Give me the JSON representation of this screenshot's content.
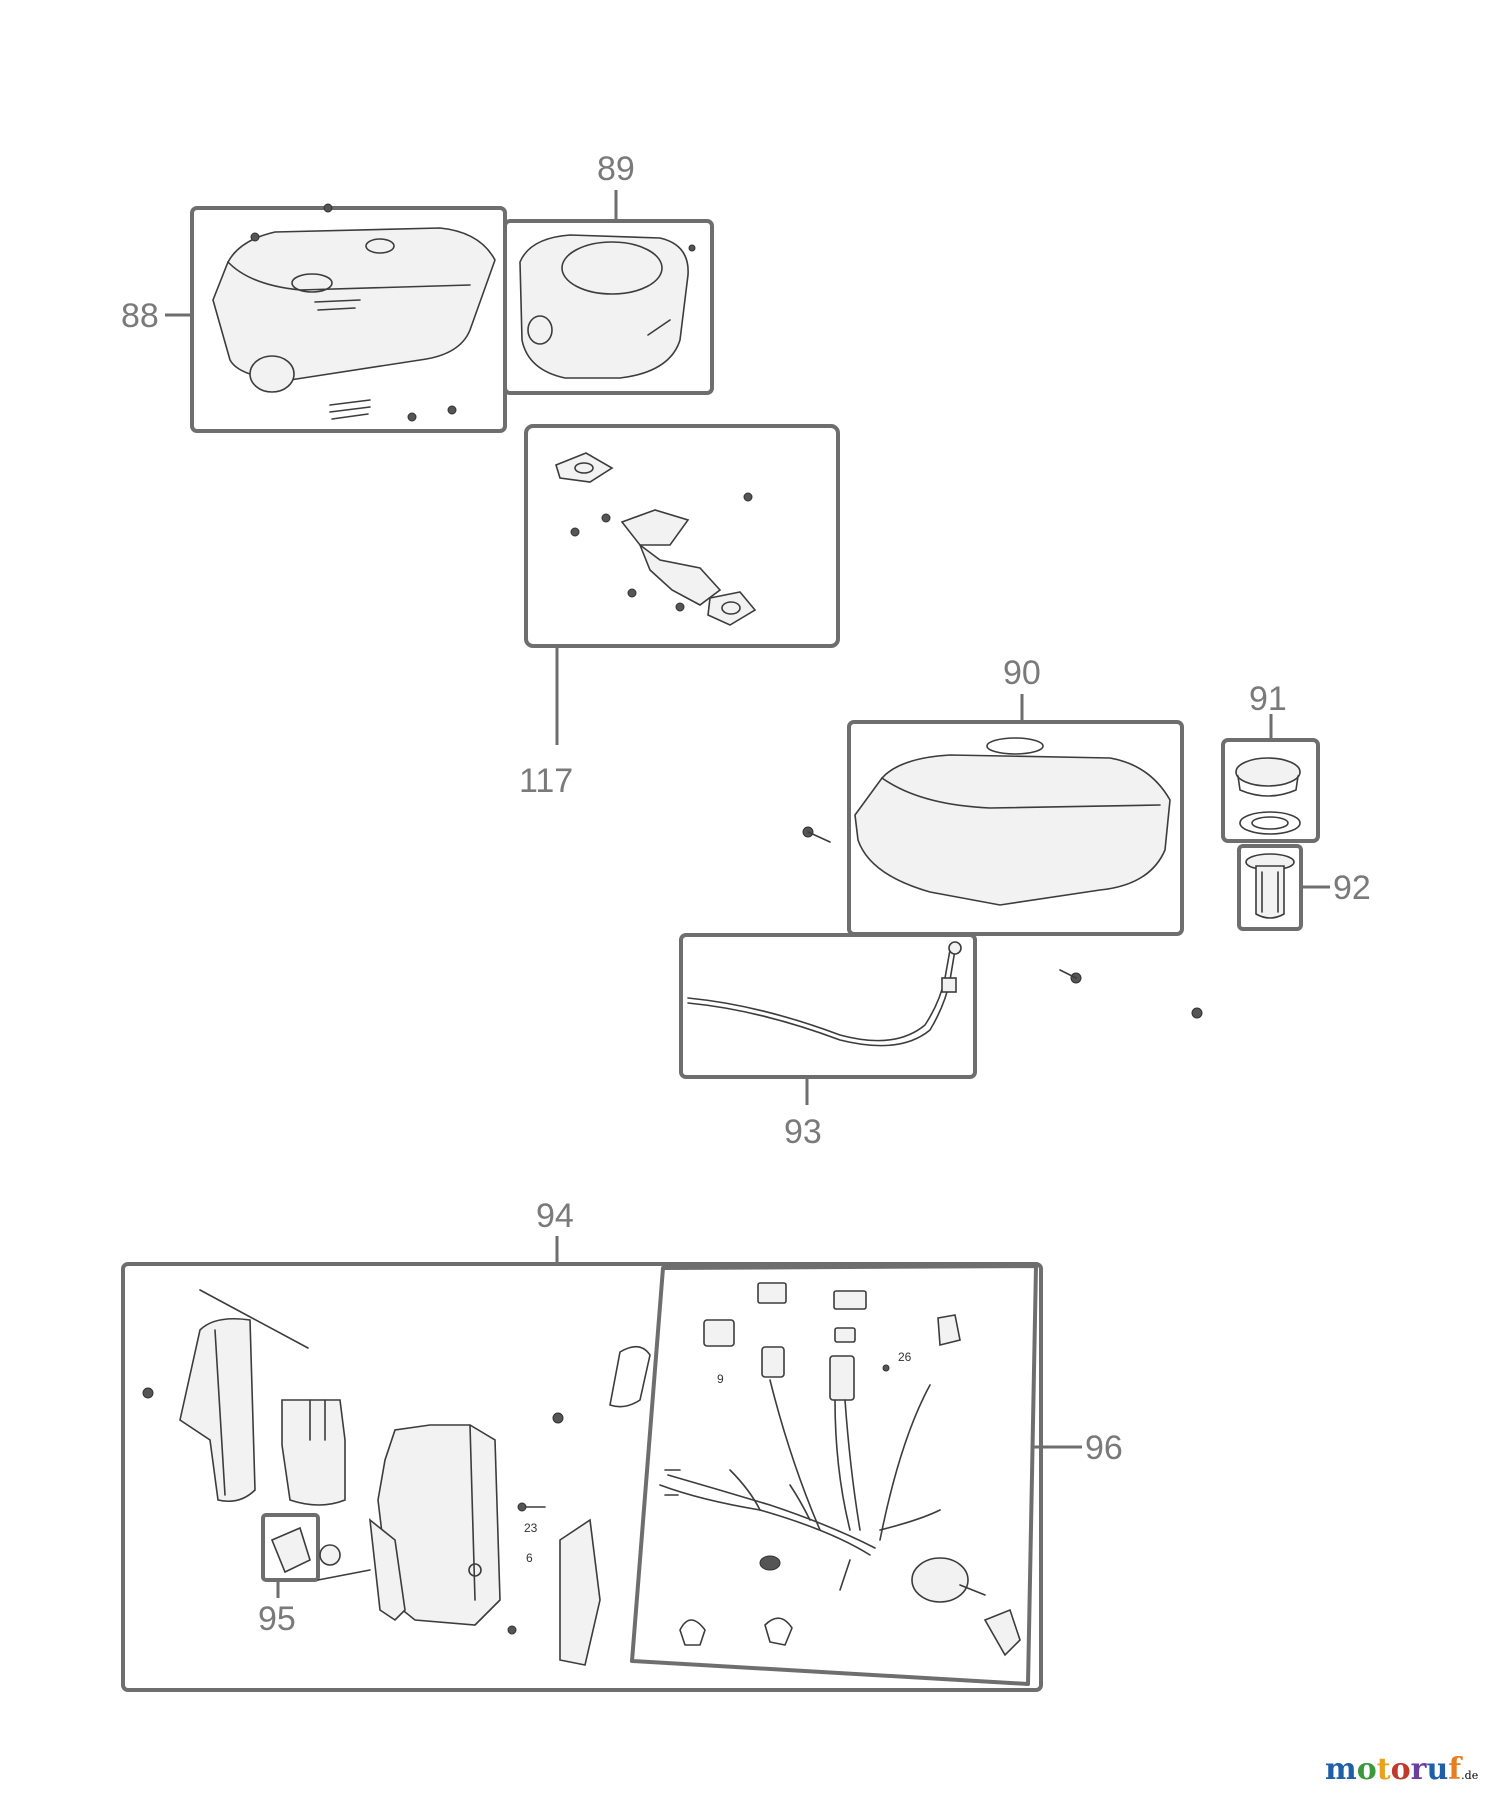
{
  "callouts": {
    "c88": "88",
    "c89": "89",
    "c117": "117",
    "c90": "90",
    "c91": "91",
    "c92": "92",
    "c93": "93",
    "c94": "94",
    "c95": "95",
    "c96": "96",
    "c9": "9",
    "c26": "26",
    "c23": "23",
    "c6": "6"
  },
  "watermark": {
    "text": "motoruf",
    "suffix": ".de",
    "colors": [
      "#1f5fa8",
      "#3a9a3a",
      "#e8a21c",
      "#c0392b",
      "#6a3fa0",
      "#1f5fa8",
      "#e67e22"
    ]
  }
}
